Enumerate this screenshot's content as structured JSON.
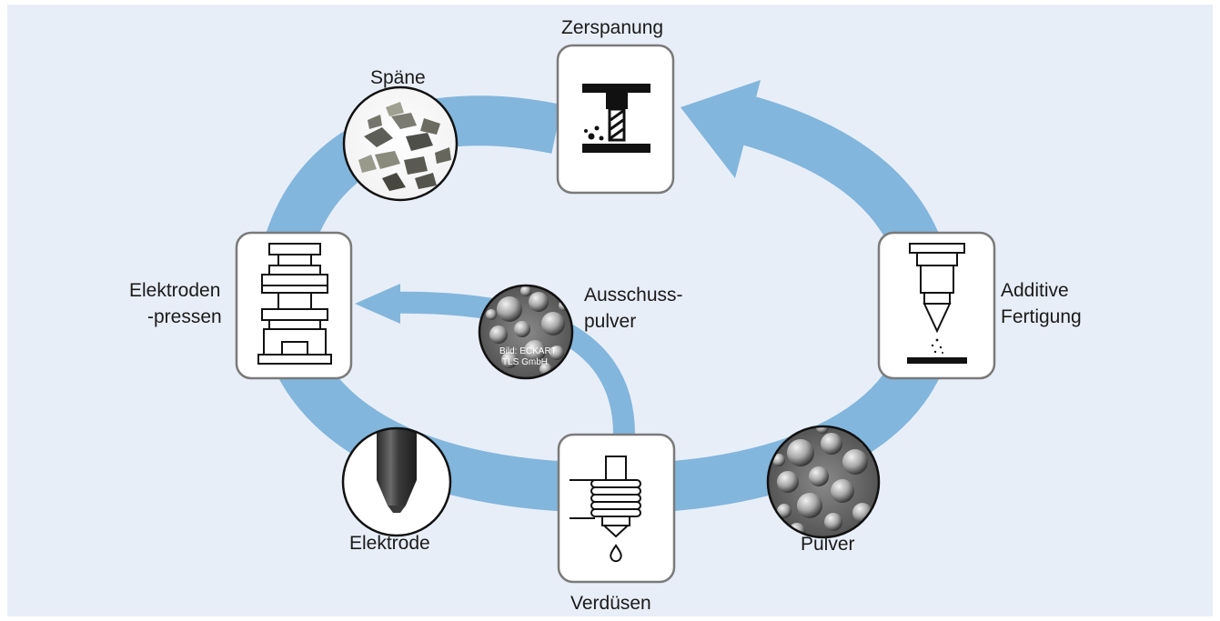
{
  "labels": {
    "zerspanung": "Zerspanung",
    "spaene": "Späne",
    "elektrodenpressen_line1": "Elektroden",
    "elektrodenpressen_line2": "-pressen",
    "ausschuss_line1": "Ausschuss-",
    "ausschuss_line2": "pulver",
    "additive_line1": "Additive",
    "additive_line2": "Fertigung",
    "elektrode": "Elektrode",
    "verduesen": "Verdüsen",
    "pulver": "Pulver"
  },
  "image_credit": {
    "line1": "Bild: ECKART",
    "line2": "TLS GmbH"
  },
  "colors": {
    "background": "#e8eef8",
    "arrow": "#82b6dc",
    "box_border": "#7a7a7a",
    "icon": "#111111"
  },
  "icons": {
    "zerspanung": "milling-icon",
    "elektrodenpressen": "press-icon",
    "additive": "print-nozzle-icon",
    "verduesen": "atomizer-icon",
    "spaene": "chips-photo",
    "ausschuss": "powder-photo",
    "pulver": "powder-photo",
    "elektrode": "electrode-photo"
  }
}
